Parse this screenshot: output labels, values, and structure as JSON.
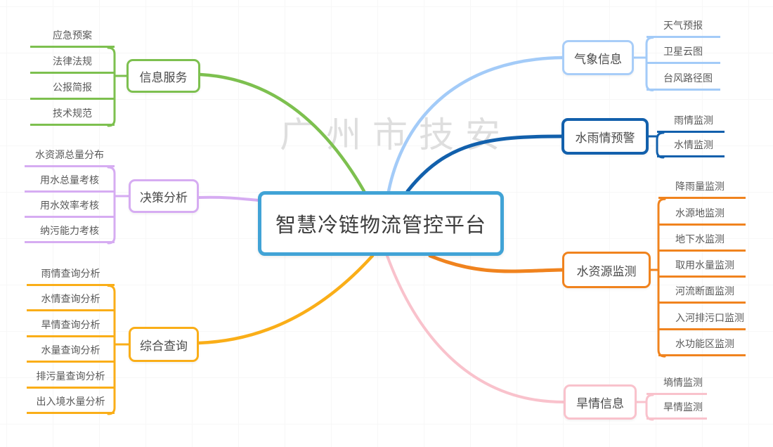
{
  "root": {
    "label": "智慧冷链物流管控平台"
  },
  "watermark": "广州市技安",
  "central_border_color": "#41a3d6",
  "branches": [
    {
      "id": "info-service",
      "label": "信息服务",
      "color": "#7dc04f",
      "side": "left",
      "children": [
        "应急预案",
        "法律法规",
        "公报简报",
        "技术规范"
      ]
    },
    {
      "id": "decision-analysis",
      "label": "决策分析",
      "color": "#d6acf2",
      "side": "left",
      "children": [
        "水资源总量分布",
        "用水总量考核",
        "用水效率考核",
        "纳污能力考核"
      ]
    },
    {
      "id": "comprehensive-query",
      "label": "综合查询",
      "color": "#faae18",
      "side": "left",
      "children": [
        "雨情查询分析",
        "水情查询分析",
        "旱情查询分析",
        "水量查询分析",
        "排污量查询分析",
        "出入境水量分析"
      ]
    },
    {
      "id": "weather-info",
      "label": "气象信息",
      "color": "#a3cbf8",
      "side": "right",
      "children": [
        "天气预报",
        "卫星云图",
        "台风路径图"
      ]
    },
    {
      "id": "water-rain-warning",
      "label": "水雨情预警",
      "color": "#1260ac",
      "side": "right",
      "children": [
        "雨情监测",
        "水情监测"
      ]
    },
    {
      "id": "water-resource-monitoring",
      "label": "水资源监测",
      "color": "#f0831e",
      "side": "right",
      "children": [
        "降雨量监测",
        "水源地监测",
        "地下水监测",
        "取用水量监测",
        "河流断面监测",
        "入河排污口监测",
        "水功能区监测"
      ]
    },
    {
      "id": "drought-info",
      "label": "旱情信息",
      "color": "#f9c2cc",
      "side": "right",
      "children": [
        "墒情监测",
        "旱情监测"
      ]
    }
  ]
}
